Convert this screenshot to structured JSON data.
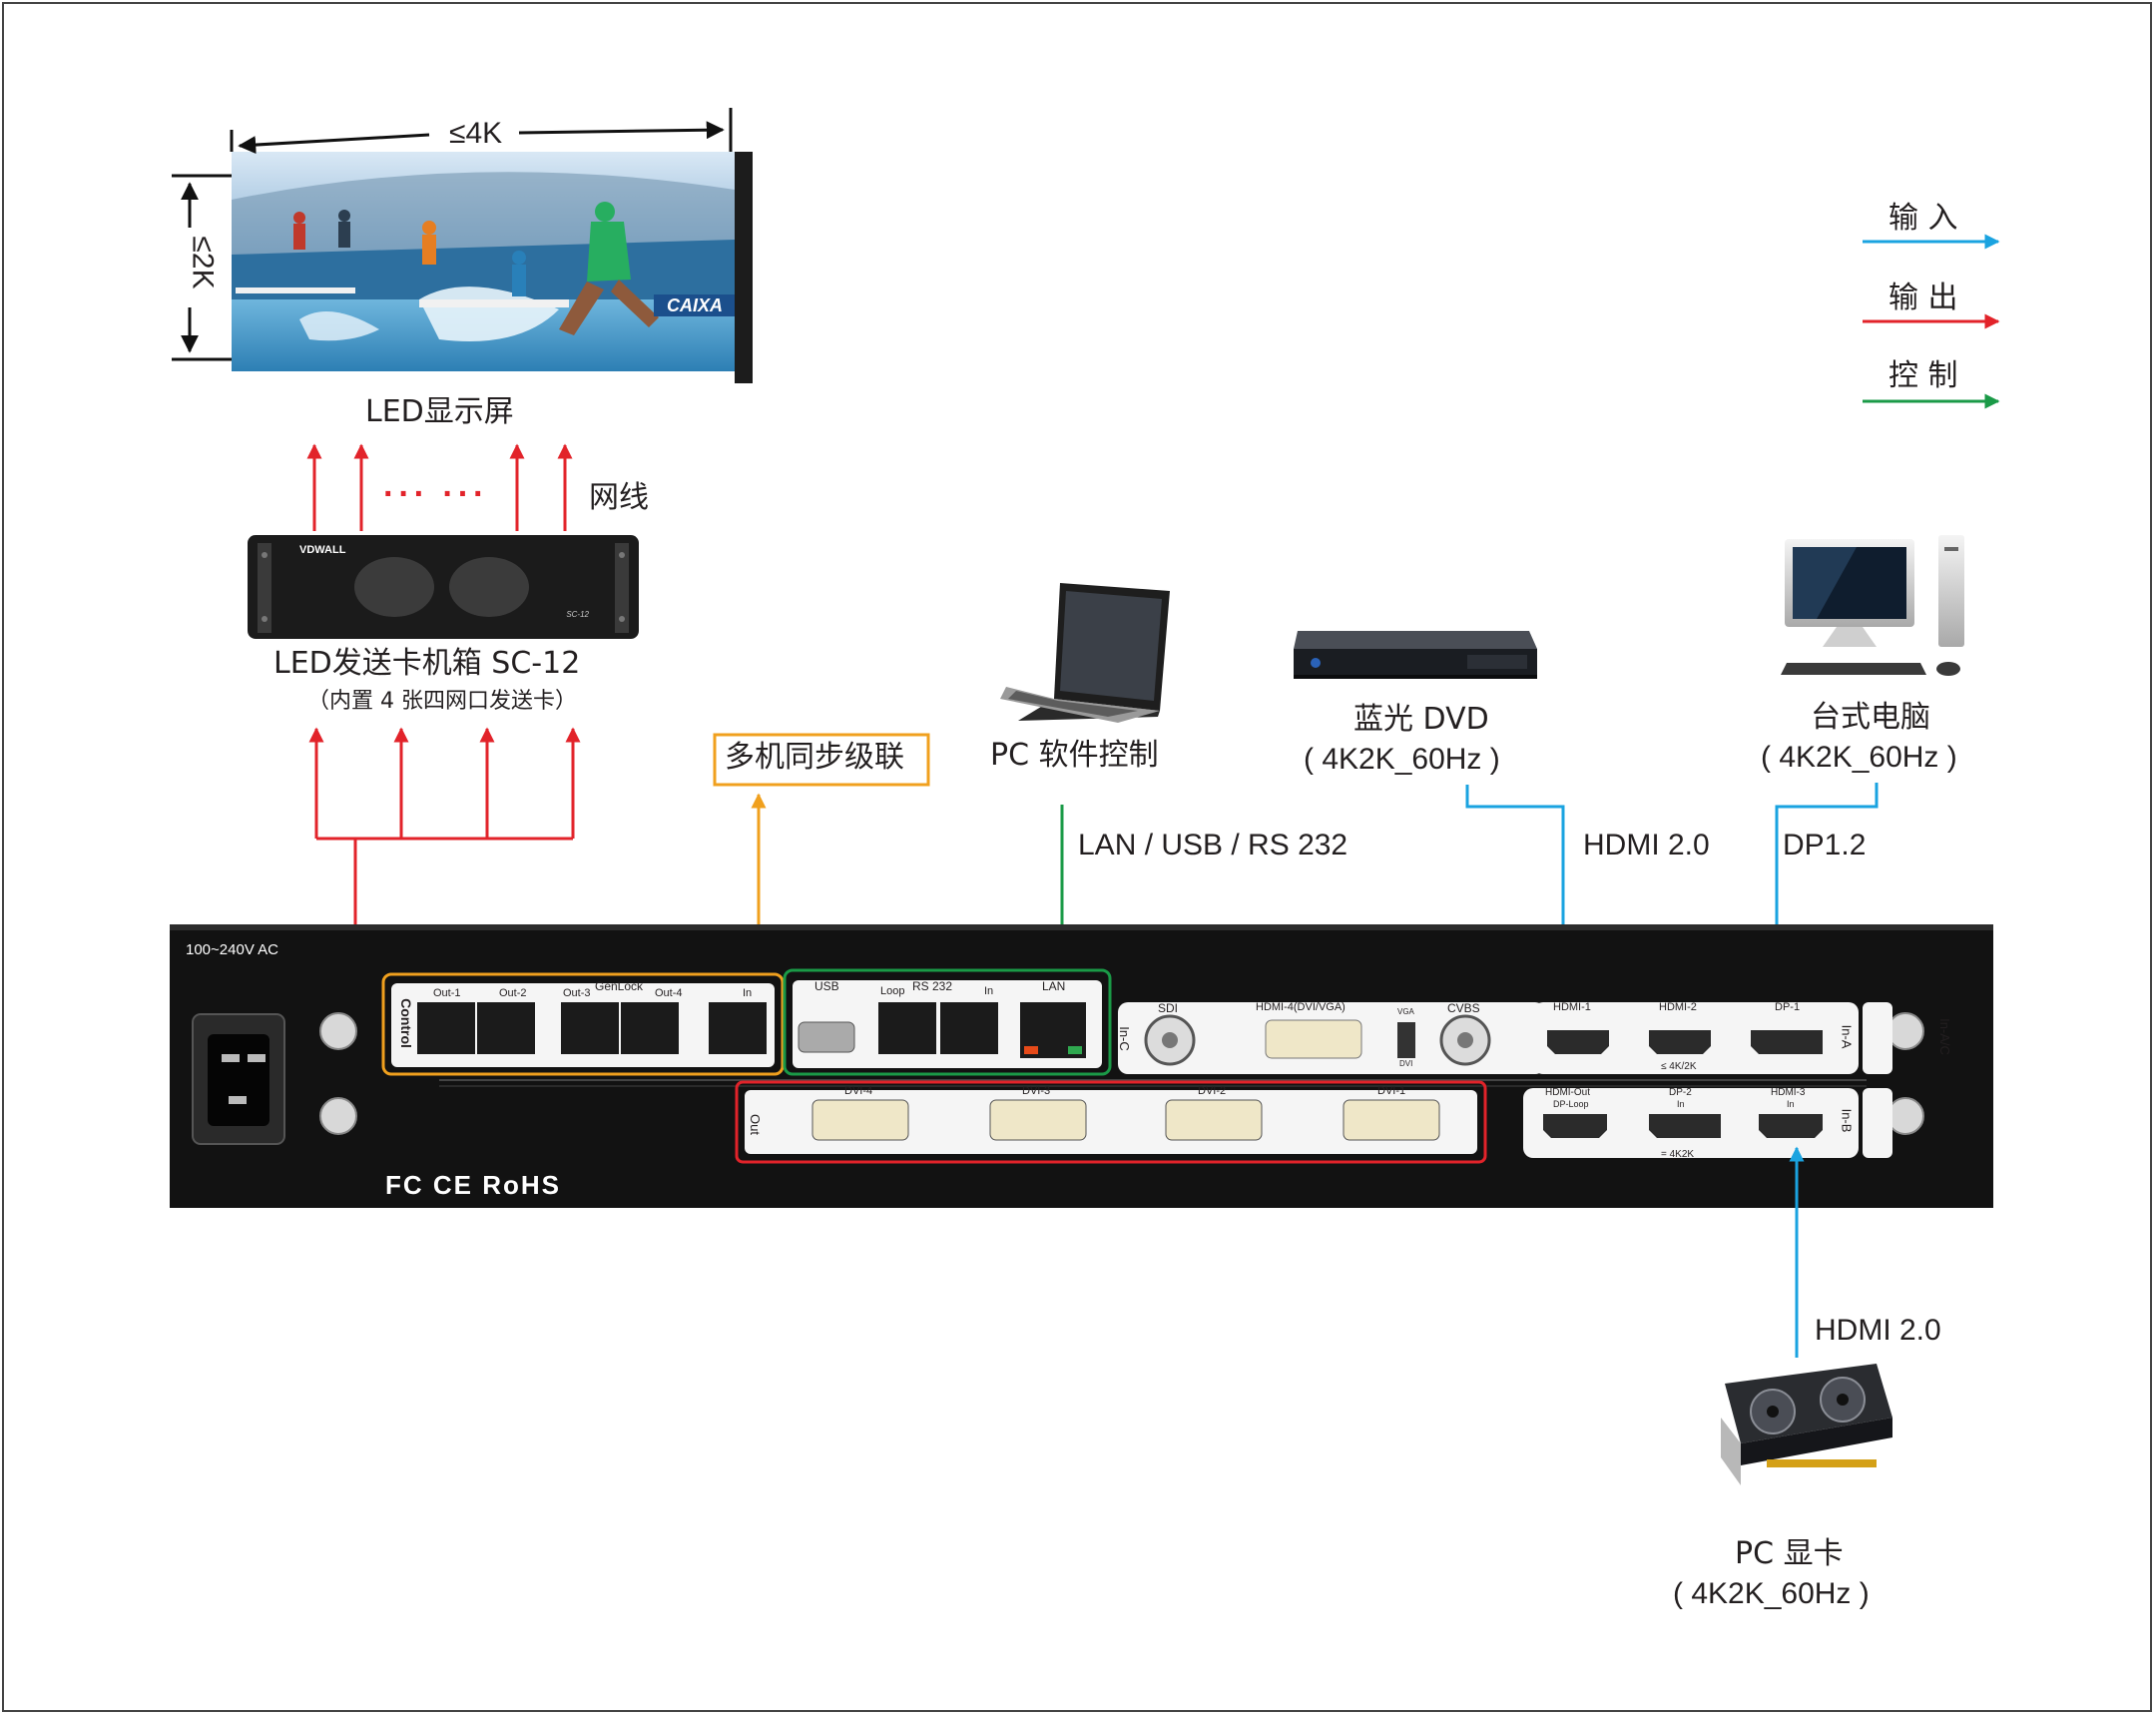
{
  "led_screen": {
    "width_label": "≤4K",
    "height_label": "≤2K",
    "title": "LED显示屏",
    "photo_banner": "CAIXA"
  },
  "sender_box": {
    "brand": "VDWALL",
    "model_tag": "SC-12",
    "title": "LED发送卡机箱  SC-12",
    "subtitle": "（内置 4 张四网口发送卡）",
    "cable_label": "网线",
    "dots": "··· ···"
  },
  "sync_label": "多机同步级联",
  "pc_control": {
    "title": "PC 软件控制",
    "link": "LAN / USB / RS 232"
  },
  "bluray": {
    "title": "蓝光 DVD",
    "spec": "( 4K2K_60Hz )",
    "link": "HDMI 2.0"
  },
  "desktop": {
    "title": "台式电脑",
    "spec": "( 4K2K_60Hz )",
    "link": "DP1.2"
  },
  "gpu": {
    "title": "PC 显卡",
    "spec": "( 4K2K_60Hz )",
    "link": "HDMI 2.0"
  },
  "legend": {
    "input": "输 入",
    "output": "输 出",
    "control": "控 制",
    "colors": {
      "input": "#1aa3e0",
      "output": "#e2232a",
      "control": "#1a9a47",
      "sync": "#f0a01e"
    }
  },
  "device": {
    "power": "100~240V  AC",
    "control_label": "Control",
    "genlock": "GenLock",
    "ports_top": [
      "Out-1",
      "Out-2",
      "Out-3",
      "Out-4",
      "In"
    ],
    "usb": "USB",
    "rs232": "RS 232",
    "loop": "Loop",
    "rs_in": "In",
    "lan": "LAN",
    "in_c": "In-C",
    "sdi": "SDI",
    "hdmi4": "HDMI-4(DVI/VGA)",
    "vga": "VGA",
    "dvi": "DVI",
    "cvbs": "CVBS",
    "hdmi1": "HDMI-1",
    "hdmi2": "HDMI-2",
    "dp1": "DP-1",
    "in_a": "In-A",
    "in_ac": "In-A/C",
    "res_a": "≤ 4K/2K",
    "out": "Out",
    "dvi_outs": [
      "DVI-4",
      "DVI-3",
      "DVI-2",
      "DVI-1"
    ],
    "hdmi_out": "HDMI-Out",
    "dp_loop": "DP-Loop",
    "dp2": "DP-2",
    "dp2_in": "In",
    "hdmi3": "HDMI-3",
    "hdmi3_in": "In",
    "in_b": "In-B",
    "res_b": "= 4K2K",
    "cert": "FC CE RoHS"
  }
}
